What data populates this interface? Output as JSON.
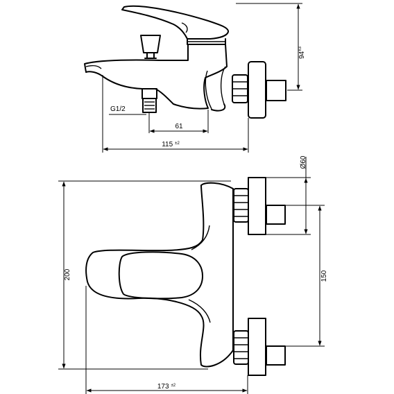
{
  "side_view": {
    "thread_label": "G1/2",
    "dim_outlet_to_wall": {
      "value": "61",
      "tolerance": ""
    },
    "dim_total_depth": {
      "value": "115",
      "tolerance": "±2"
    },
    "dim_height": {
      "value": "94",
      "tolerance": "±3"
    }
  },
  "top_view": {
    "dim_diameter": {
      "value": "Ø60",
      "tolerance": ""
    },
    "dim_length": {
      "value": "200",
      "tolerance": ""
    },
    "dim_centers": {
      "value": "150",
      "tolerance": ""
    },
    "dim_depth": {
      "value": "173",
      "tolerance": "±2"
    }
  }
}
